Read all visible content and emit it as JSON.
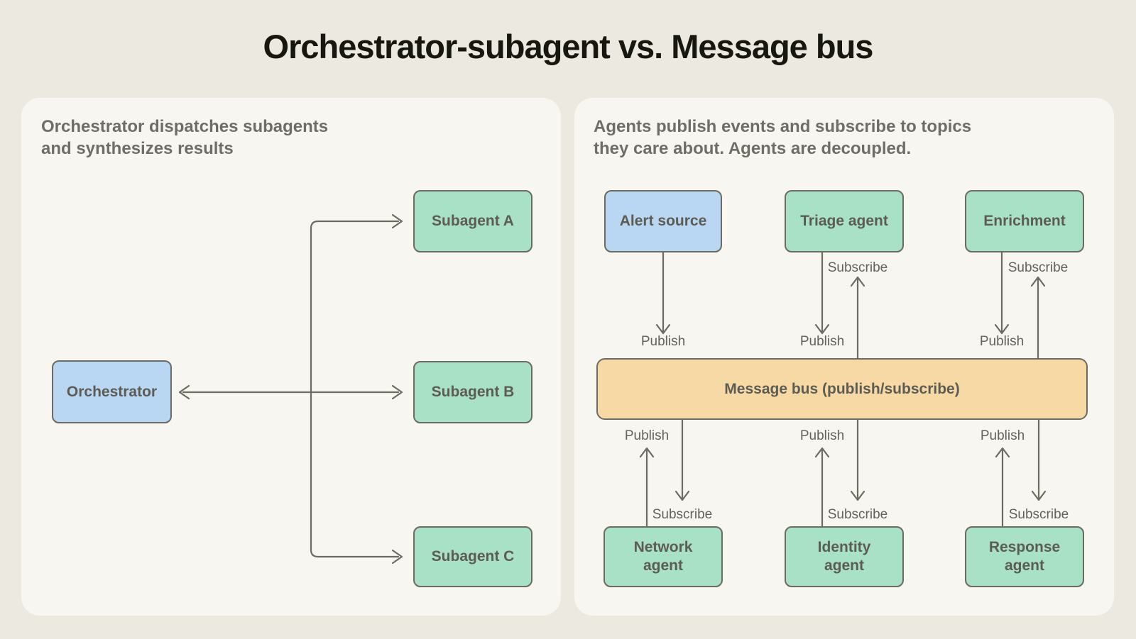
{
  "title": "Orchestrator-subagent vs. Message bus",
  "left_panel": {
    "caption_line1": "Orchestrator dispatches subagents",
    "caption_line2": "and synthesizes results",
    "orchestrator_label": "Orchestrator",
    "subagents": [
      "Subagent A",
      "Subagent B",
      "Subagent C"
    ]
  },
  "right_panel": {
    "caption_line1": "Agents publish events and subscribe to topics",
    "caption_line2": "they care about. Agents are decoupled.",
    "bus_label": "Message bus (publish/subscribe)",
    "labels": {
      "publish": "Publish",
      "subscribe": "Subscribe"
    },
    "top_agents": [
      "Alert source",
      "Triage agent",
      "Enrichment"
    ],
    "bottom_agents": [
      "Network\nagent",
      "Identity\nagent",
      "Response\nagent"
    ]
  },
  "colors": {
    "page_background": "#ece9e1",
    "panel_background": "#f8f6f0",
    "agent_blue": "#b9d6f2",
    "agent_green": "#a8e1c6",
    "bus_orange": "#f6d9a4",
    "stroke": "#6b6b62"
  }
}
